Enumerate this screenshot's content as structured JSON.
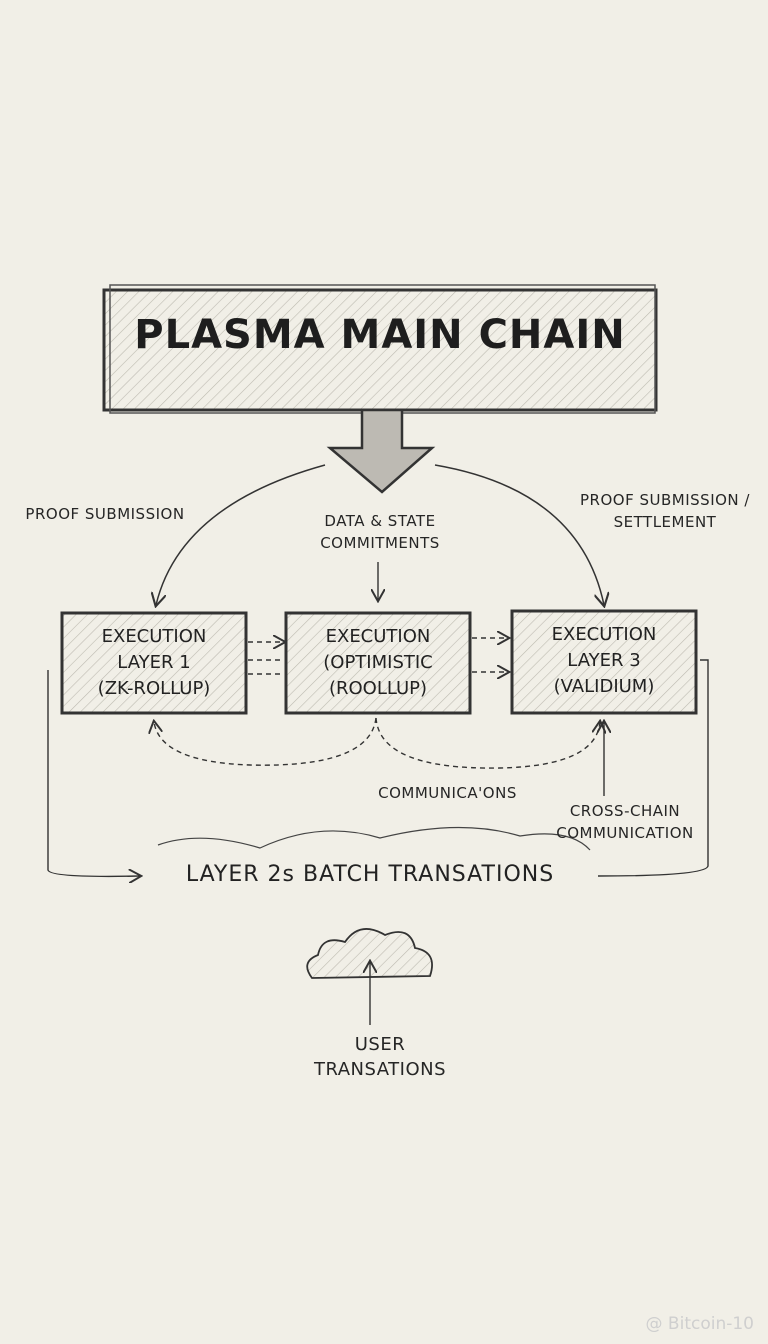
{
  "title": "PLASMA MAIN CHAIN",
  "labels": {
    "proof_left": "PROOF SUBMISSION",
    "data_state": "DATA & STATE\nCOMMITMENTS",
    "proof_right": "PROOF SUBMISSION /\nSETTLEMENT",
    "communications": "COMMUNICA'ONS",
    "cross_chain": "CROSS-CHAIN\nCOMMUNICATION",
    "batch": "LAYER 2s BATCH TRANSATIONS",
    "user": "USER\nTRANSATIONS"
  },
  "boxes": [
    {
      "text": "EXECUTION\nLAYER 1\n(ZK-ROLLUP)"
    },
    {
      "text": "EXECUTION\n(OPTIMISTIC\n(ROOLLUP)"
    },
    {
      "text": "EXECUTION\nLAYER 3\n(VALIDIUM)"
    }
  ],
  "watermark": "@ Bitcoin-10"
}
